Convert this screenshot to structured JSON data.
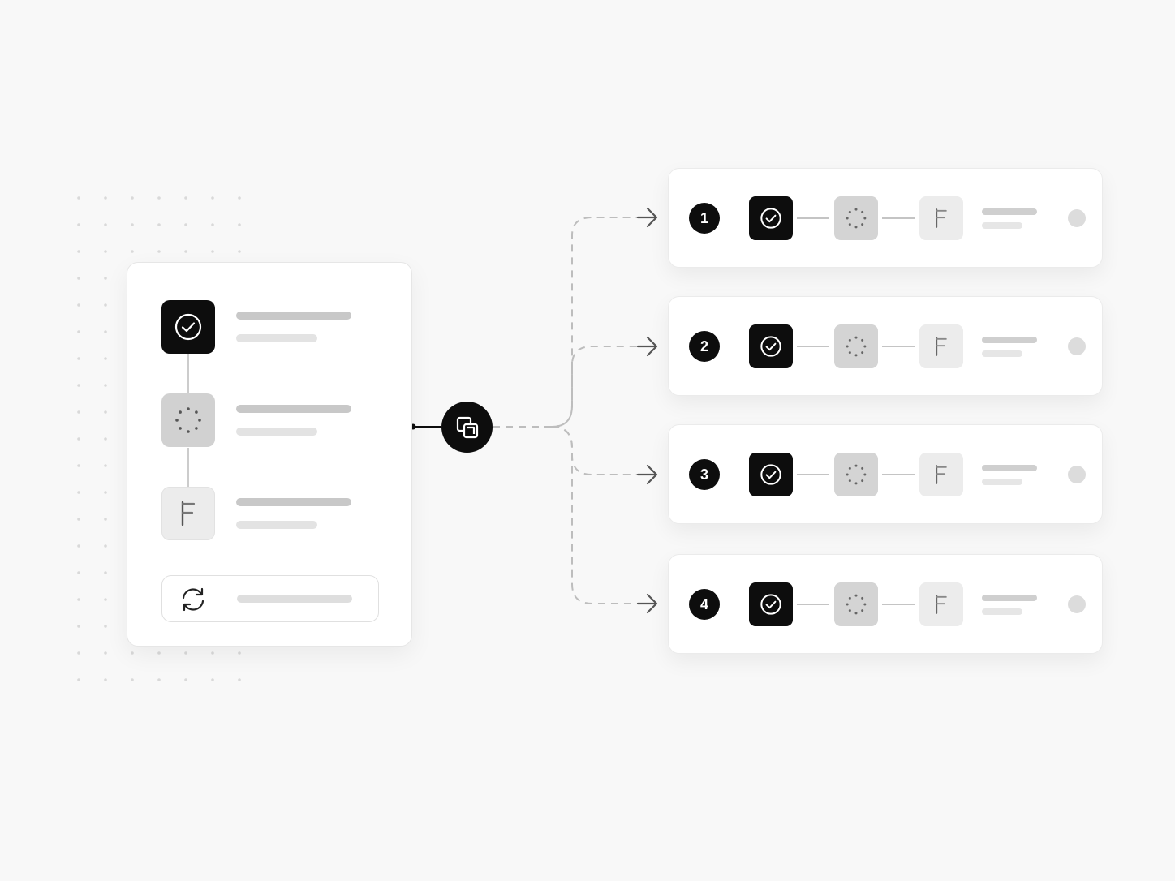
{
  "colors": {
    "background": "#f8f8f8",
    "dark": "#0d0d0d",
    "muted": "#d1d1d1",
    "light": "#ececec",
    "dashed_line": "#bdbdbd"
  },
  "source_card": {
    "steps": [
      {
        "icon": "check-circle-icon",
        "state": "complete"
      },
      {
        "icon": "loading-dots-icon",
        "state": "in-progress"
      },
      {
        "icon": "flag-icon",
        "state": "pending"
      }
    ],
    "footer_icon": "refresh-icon"
  },
  "hub": {
    "icon": "duplicate-icon"
  },
  "rows": [
    {
      "number": "1",
      "icons": [
        "check-circle-icon",
        "loading-dots-icon",
        "flag-icon"
      ]
    },
    {
      "number": "2",
      "icons": [
        "check-circle-icon",
        "loading-dots-icon",
        "flag-icon"
      ]
    },
    {
      "number": "3",
      "icons": [
        "check-circle-icon",
        "loading-dots-icon",
        "flag-icon"
      ]
    },
    {
      "number": "4",
      "icons": [
        "check-circle-icon",
        "loading-dots-icon",
        "flag-icon"
      ]
    }
  ]
}
